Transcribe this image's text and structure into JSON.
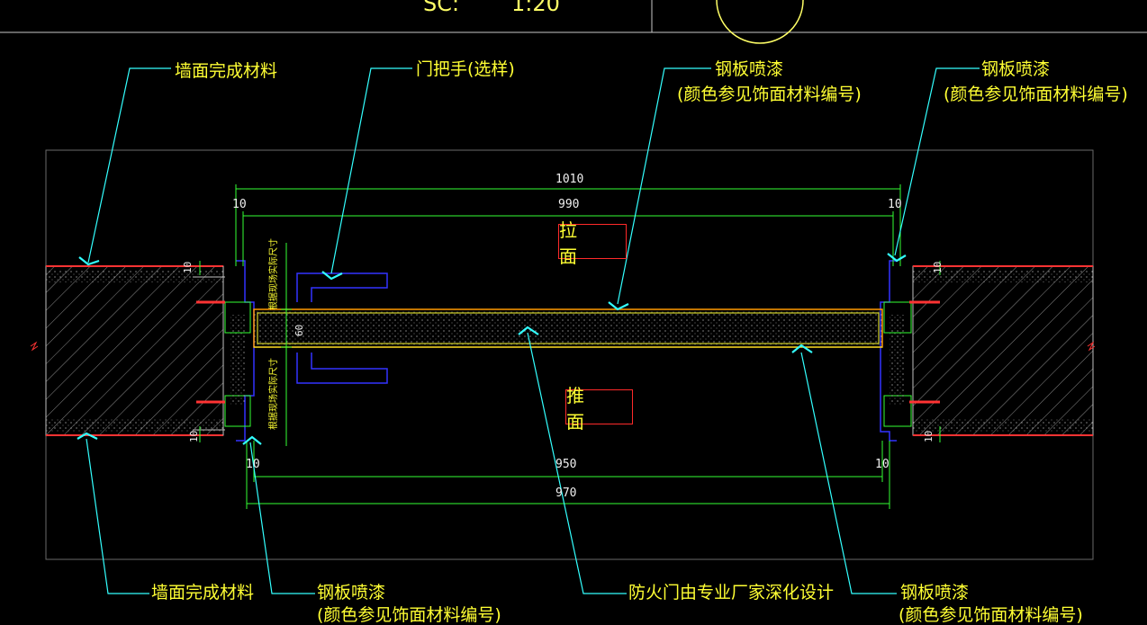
{
  "header": {
    "scale_text": "SC:",
    "scale_value": "1:20"
  },
  "faces": {
    "pull": "拉 面",
    "push": "推 面"
  },
  "labels": {
    "wall_finish_top": "墙面完成材料",
    "door_handle": "门把手(选样)",
    "steel_paint_top_center": "钢板喷漆",
    "color_ref_top_center": "(颜色参见饰面材料编号)",
    "steel_paint_top_right": "钢板喷漆",
    "color_ref_top_right": "(颜色参见饰面材料编号)",
    "wall_finish_bottom": "墙面完成材料",
    "steel_paint_bottom_left": "钢板喷漆",
    "color_ref_bottom_left": "(颜色参见饰面材料编号)",
    "fire_door_note": "防火门由专业厂家深化设计",
    "steel_paint_bottom_right": "钢板喷漆",
    "color_ref_bottom_right": "(颜色参见饰面材料编号)",
    "site_size_upper": "根据现场实际尺寸",
    "site_size_lower": "根据现场实际尺寸"
  },
  "dimensions": {
    "top_total": "1010",
    "top_inner": "990",
    "top_left_gap": "10",
    "top_right_gap": "10",
    "bottom_inner": "950",
    "bottom_total": "970",
    "bottom_left_gap": "10",
    "bottom_right_gap": "10",
    "door_thickness": "60",
    "left_wall_top": "10",
    "left_wall_bottom": "10",
    "right_wall_top": "10",
    "right_wall_bottom": "10"
  },
  "colors": {
    "background": "#000000",
    "annotation_text": "#ffff33",
    "leader_line": "#33ffff",
    "dimension_line": "#33ff33",
    "frame_blue": "#3333ff",
    "face_box": "#ff2a2a",
    "door_edge": "#ff9900"
  }
}
